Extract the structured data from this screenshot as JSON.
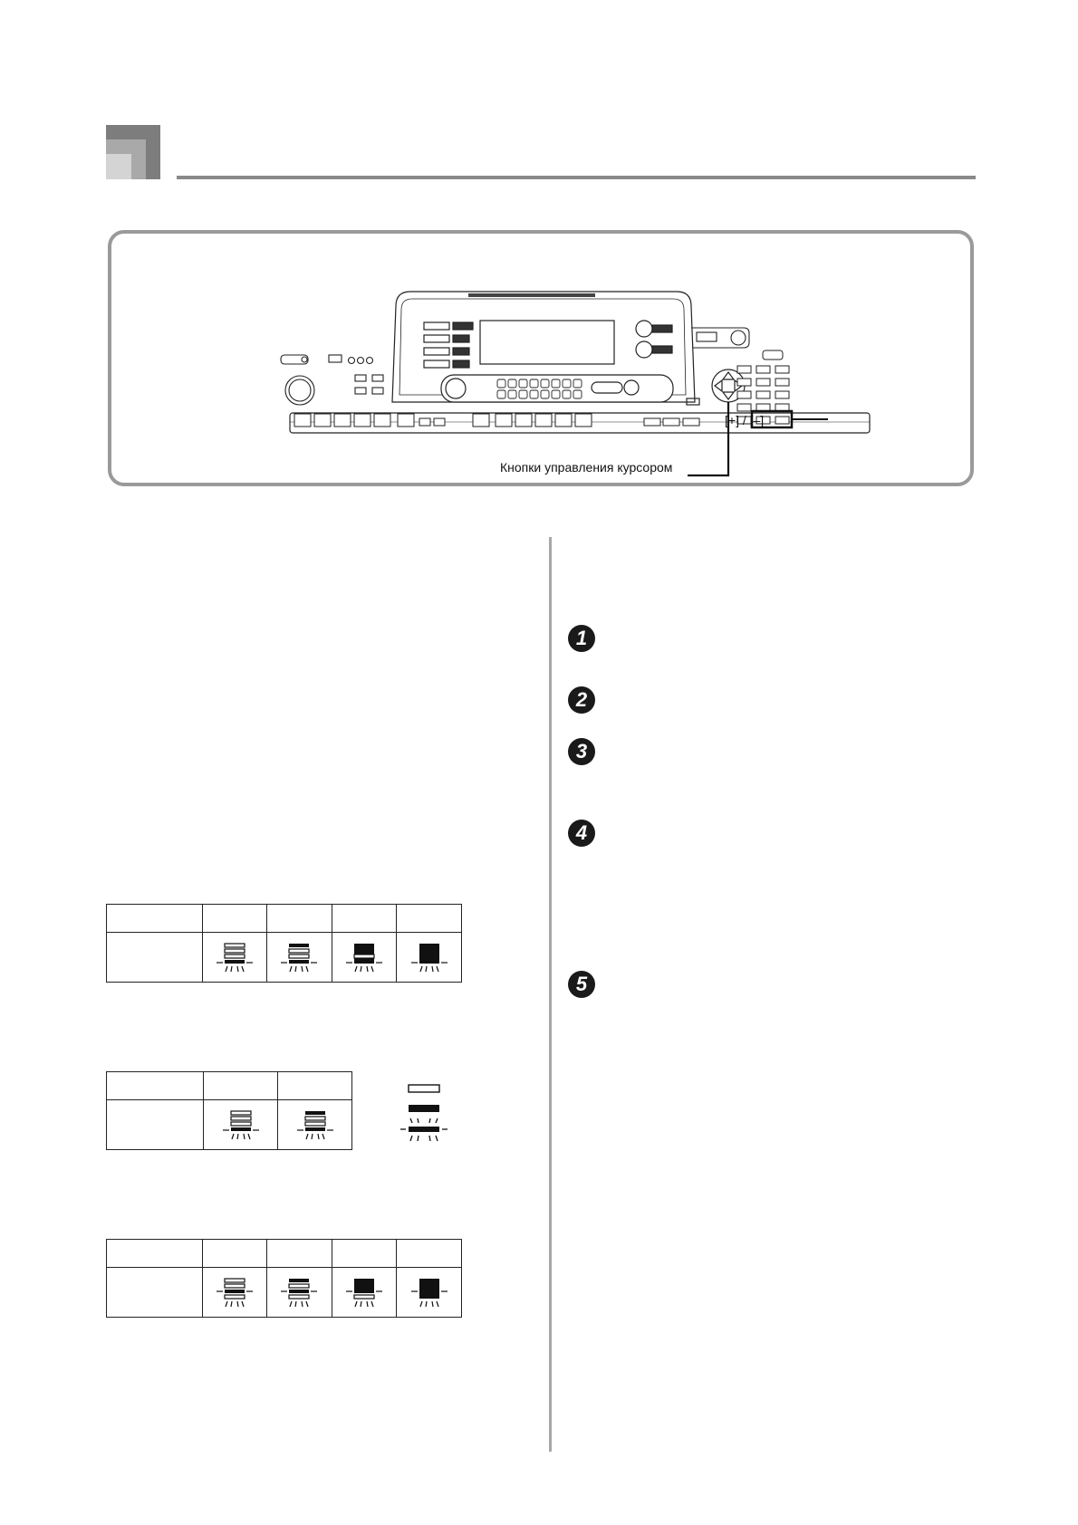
{
  "illustration": {
    "callout_cursor": "Кнопки управления курсором",
    "callout_plusminus": "[+] / [–]"
  },
  "steps": [
    "1",
    "2",
    "3",
    "4",
    "5"
  ],
  "tables": [
    {
      "columns": 4,
      "indicators": [
        "level-1",
        "level-2",
        "level-3",
        "level-4"
      ]
    },
    {
      "columns": 2,
      "indicators": [
        "level-1",
        "level-2"
      ]
    },
    {
      "columns": 4,
      "indicators": [
        "level-1",
        "level-2",
        "level-3",
        "level-4"
      ]
    }
  ],
  "legend": [
    "off",
    "on",
    "flashing"
  ]
}
